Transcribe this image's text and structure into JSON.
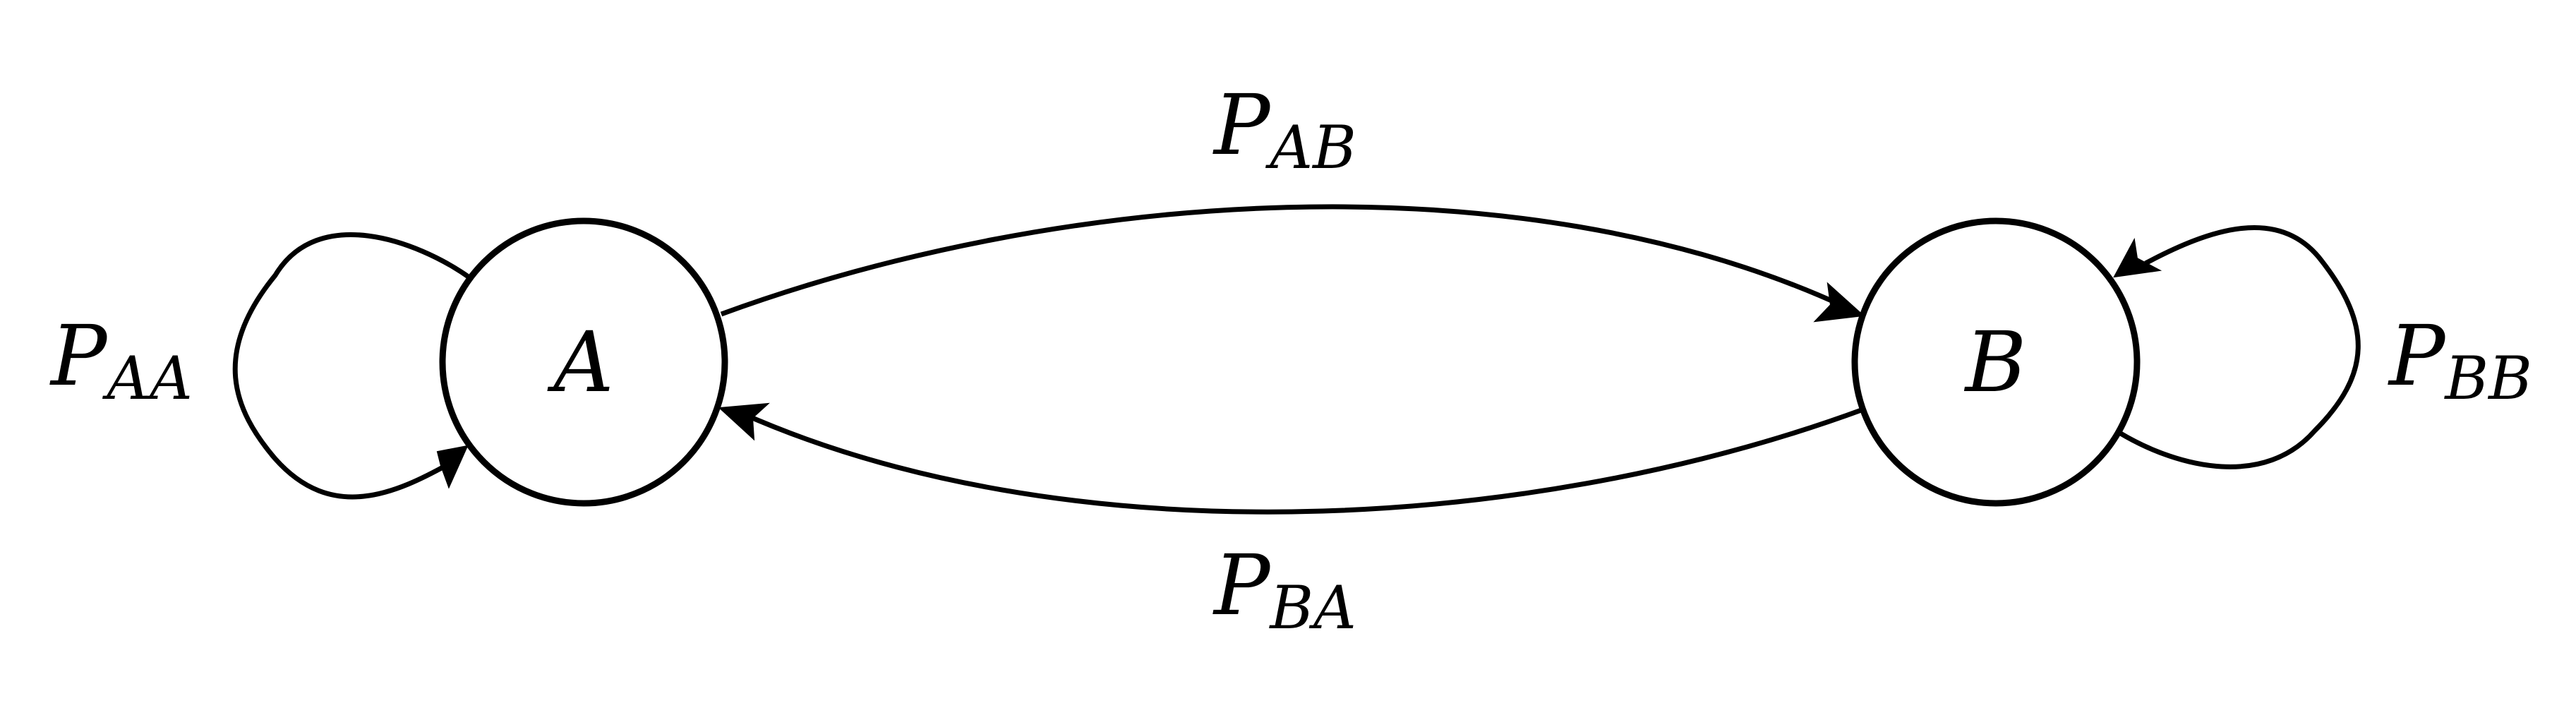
{
  "diagram": {
    "type": "state-transition",
    "nodes": [
      {
        "id": "A",
        "label": "A"
      },
      {
        "id": "B",
        "label": "B"
      }
    ],
    "edges": [
      {
        "from": "A",
        "to": "A",
        "label_main": "P",
        "label_sub": "AA"
      },
      {
        "from": "A",
        "to": "B",
        "label_main": "P",
        "label_sub": "AB"
      },
      {
        "from": "B",
        "to": "A",
        "label_main": "P",
        "label_sub": "BA"
      },
      {
        "from": "B",
        "to": "B",
        "label_main": "P",
        "label_sub": "BB"
      }
    ]
  }
}
